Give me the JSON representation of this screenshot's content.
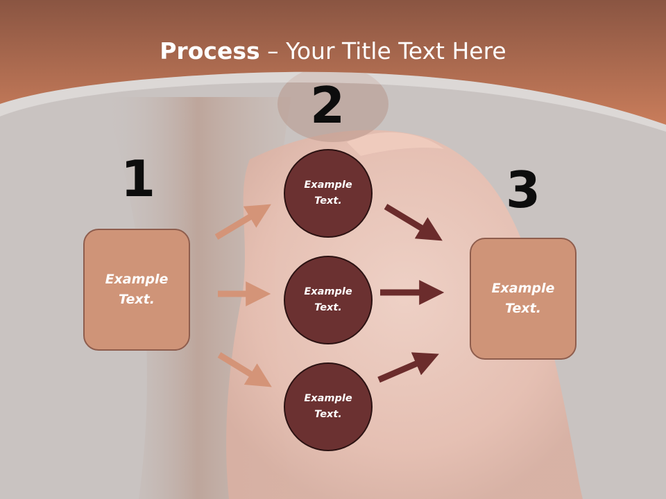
{
  "title": {
    "bold": "Process",
    "rest": " – Your Title Text Here"
  },
  "steps": [
    {
      "number": "1",
      "text": "Example\nText."
    },
    {
      "number": "2"
    },
    {
      "number": "3",
      "text": "Example\nText."
    }
  ],
  "circles": [
    {
      "text": "Example\nText."
    },
    {
      "text": "Example\nText."
    },
    {
      "text": "Example\nText."
    }
  ],
  "colors": {
    "header": "#b06a4e",
    "box_fill": "#cf9478",
    "circle_fill": "#6b3131",
    "arrow_light": "#d49478",
    "arrow_dark": "#6b2c2c"
  }
}
